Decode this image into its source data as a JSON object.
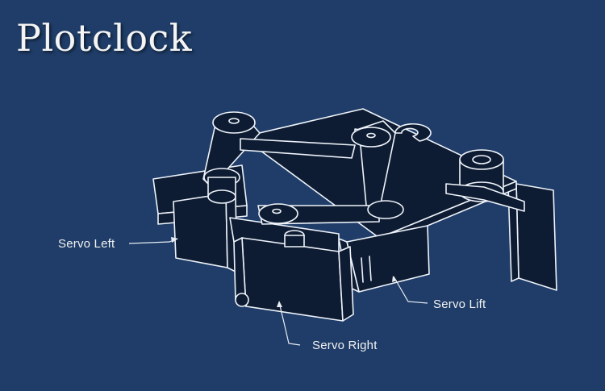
{
  "title": "Plotclock",
  "labels": {
    "servo_left": "Servo Left",
    "servo_right": "Servo Right",
    "servo_lift": "Servo Lift"
  },
  "colors": {
    "background": "#1f3d68",
    "fill": "#0e1c33",
    "stroke": "#eef3fa"
  }
}
